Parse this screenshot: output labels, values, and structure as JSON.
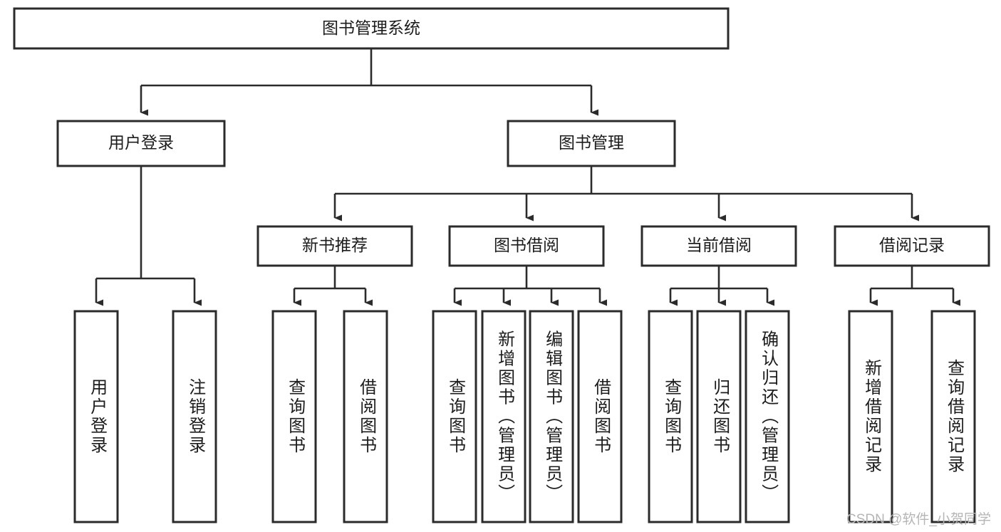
{
  "diagram": {
    "type": "tree-hierarchy",
    "title": "图书管理系统",
    "watermark": "CSDN @软件_小贺同学",
    "colors": {
      "stroke": "#2b2b2b",
      "fill": "#ffffff",
      "text": "#1c1c1c",
      "watermark": "#b5b5b5",
      "background": "#ffffff"
    },
    "levels": {
      "root": {
        "label": "图书管理系统"
      },
      "level2": [
        {
          "label": "用户登录"
        },
        {
          "label": "图书管理"
        }
      ],
      "level3": [
        {
          "label": "新书推荐"
        },
        {
          "label": "图书借阅"
        },
        {
          "label": "当前借阅"
        },
        {
          "label": "借阅记录"
        }
      ],
      "leaves": {
        "user_login": [
          {
            "label": "用户登录"
          },
          {
            "label": "注销登录"
          }
        ],
        "new_book_recommend": [
          {
            "label": "查询图书"
          },
          {
            "label": "借阅图书"
          }
        ],
        "book_borrow": [
          {
            "label": "查询图书"
          },
          {
            "label": "新增图书（管理员）"
          },
          {
            "label": "编辑图书（管理员）"
          },
          {
            "label": "借阅图书"
          }
        ],
        "current_borrow": [
          {
            "label": "查询图书"
          },
          {
            "label": "归还图书"
          },
          {
            "label": "确认归还（管理员）"
          }
        ],
        "borrow_record": [
          {
            "label": "新增借阅记录"
          },
          {
            "label": "查询借阅记录"
          }
        ]
      }
    }
  }
}
